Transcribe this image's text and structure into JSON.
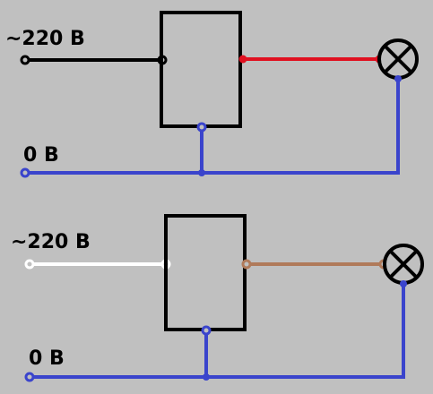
{
  "circuits": [
    {
      "phase_label": "~220 В",
      "neutral_label": "0 В",
      "phase_in_color": "#000000",
      "phase_out_color": "#e01020",
      "neutral_color": "#3a44cc"
    },
    {
      "phase_label": "~220 В",
      "neutral_label": "0 В",
      "phase_in_color": "#ffffff",
      "phase_out_color": "#b07a5a",
      "neutral_color": "#3a44cc"
    }
  ],
  "colors": {
    "background": "#c0c0c0",
    "outline": "#000000"
  },
  "icons": [
    "lamp-icon"
  ]
}
